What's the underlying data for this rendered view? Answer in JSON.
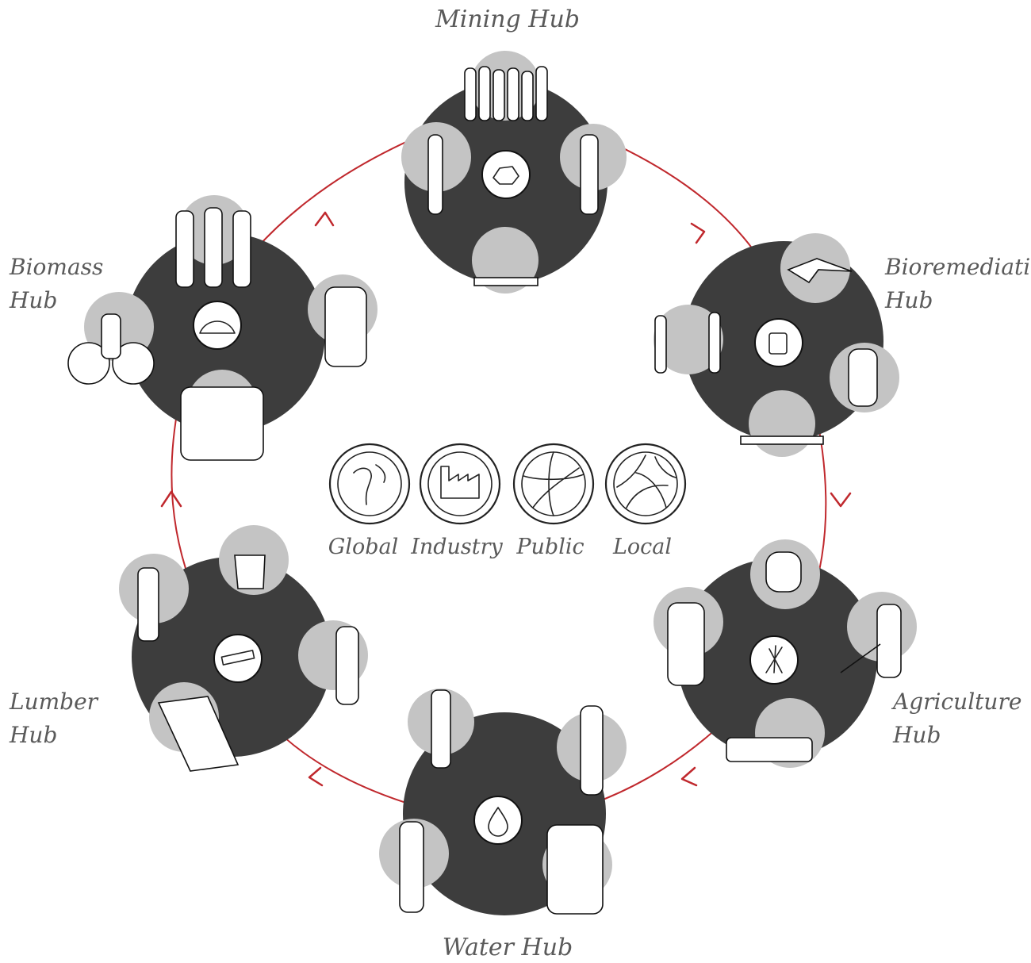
{
  "hubs": [
    {
      "label_line1": "Mining Hub",
      "label_line2": "",
      "icon": "rock-icon"
    },
    {
      "label_line1": "Bioremediation",
      "label_line2": "Hub",
      "icon": "fuel-can-leaf-icon"
    },
    {
      "label_line1": "Agriculture",
      "label_line2": "Hub",
      "icon": "wheat-icon"
    },
    {
      "label_line1": "Water Hub",
      "label_line2": "",
      "icon": "water-drop-icon"
    },
    {
      "label_line1": "Lumber",
      "label_line2": "Hub",
      "icon": "plank-icon"
    },
    {
      "label_line1": "Biomass",
      "label_line2": "Hub",
      "icon": "biomass-pile-icon"
    }
  ],
  "legend": [
    {
      "label": "Global",
      "icon": "globe-icon"
    },
    {
      "label": "Industry",
      "icon": "factory-icon"
    },
    {
      "label": "Public",
      "icon": "ball-icon"
    },
    {
      "label": "Local",
      "icon": "map-icon"
    }
  ],
  "colors": {
    "hub_disc": "#3d3d3d",
    "satellite": "#c4c4c4",
    "flow_arrow": "#c0282d",
    "label_text": "#5a5a5a"
  }
}
